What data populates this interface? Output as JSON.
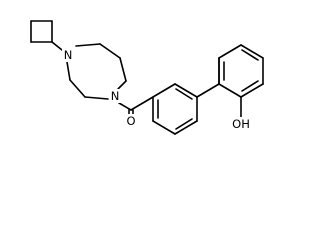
{
  "molecule": {
    "atom_labels": {
      "n_ring_top": "N",
      "n_ring_bottom": "N",
      "carbonyl_o": "O",
      "hydroxyl": "OH"
    }
  }
}
